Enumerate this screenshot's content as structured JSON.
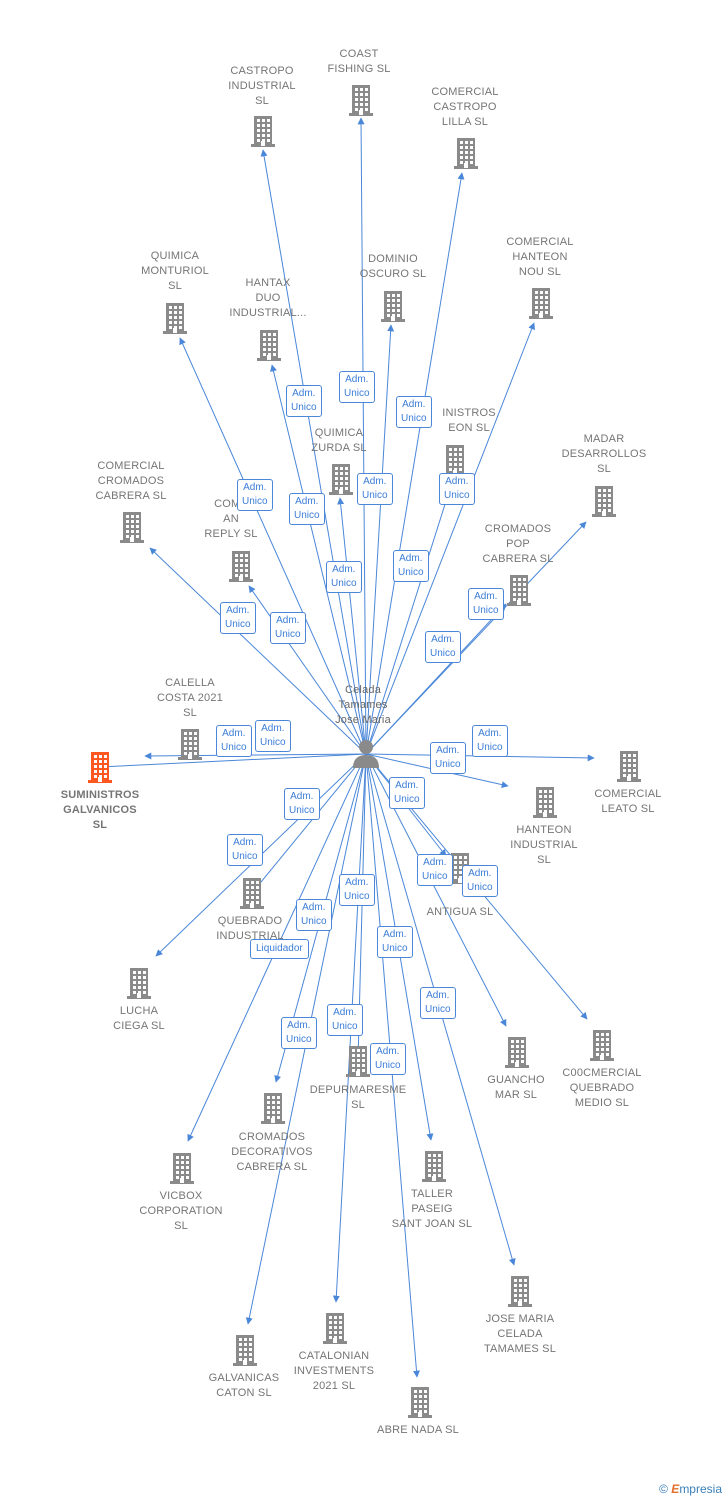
{
  "colors": {
    "edge": "#4a87d8",
    "building": "#8a8a8a",
    "highlight": "#ff5722",
    "person": "#8a8a8a",
    "badge_text": "#3b7dd8"
  },
  "center": {
    "label": "Celada\nTamames\nJose Maria",
    "icon": "person-icon"
  },
  "companies": [
    {
      "id": "castropo",
      "label": "CASTROPO\nINDUSTRIAL\nSL"
    },
    {
      "id": "coast",
      "label": "COAST\nFISHING  SL"
    },
    {
      "id": "comercial-castropo",
      "label": "COMERCIAL\nCASTROPO\nLILLA  SL"
    },
    {
      "id": "quimica-monturiol",
      "label": "QUIMICA\nMONTURIOL\nSL"
    },
    {
      "id": "hantax",
      "label": "HANTAX\nDUO\nINDUSTRIAL..."
    },
    {
      "id": "dominio",
      "label": "DOMINIO\nOSCURO  SL"
    },
    {
      "id": "comercial-hanteon",
      "label": "COMERCIAL\nHANTEON\nNOU  SL"
    },
    {
      "id": "quimica-zurda",
      "label": "QUIMICA\nZURDA  SL"
    },
    {
      "id": "suministros-hanteon",
      "label": "INISTROS\nEON  SL"
    },
    {
      "id": "madar",
      "label": "MADAR\nDESARROLLOS\nSL"
    },
    {
      "id": "comercial-cromados",
      "label": "COMERCIAL\nCROMADOS\nCABRERA  SL"
    },
    {
      "id": "comercial-reply",
      "label": "COME\nAN\nREPLY  SL"
    },
    {
      "id": "cromados-pop",
      "label": "CROMADOS\nPOP\nCABRERA  SL"
    },
    {
      "id": "calella",
      "label": "CALELLA\nCOSTA 2021\nSL"
    },
    {
      "id": "suministros-galvanicos",
      "label": "SUMINISTROS\nGALVANICOS\nSL",
      "highlight": true
    },
    {
      "id": "comercial-leato",
      "label": "COMERCIAL\nLEATO  SL"
    },
    {
      "id": "hanteon-industrial",
      "label": "HANTEON\nINDUSTRIAL\nSL"
    },
    {
      "id": "antigua",
      "label": "ANTIGUA  SL"
    },
    {
      "id": "quebrado-industrial",
      "label": "QUEBRADO\nINDUSTRIAL"
    },
    {
      "id": "lucha",
      "label": "LUCHA\nCIEGA  SL"
    },
    {
      "id": "guancho",
      "label": "GUANCHO\nMAR  SL"
    },
    {
      "id": "coocmercial",
      "label": "C00CMERCIAL\nQUEBRADO\nMEDIO  SL"
    },
    {
      "id": "depurmaresme",
      "label": "DEPURMARESME\nSL"
    },
    {
      "id": "cromados-decorativos",
      "label": "CROMADOS\nDECORATIVOS\nCABRERA  SL"
    },
    {
      "id": "vicbox",
      "label": "VICBOX\nCORPORATION\nSL"
    },
    {
      "id": "taller",
      "label": "TALLER\nPASEIG\nSANT JOAN  SL"
    },
    {
      "id": "jose-maria",
      "label": "JOSE MARIA\nCELADA\nTAMAMES  SL"
    },
    {
      "id": "catalonian",
      "label": "CATALONIAN\nINVESTMENTS\n2021  SL"
    },
    {
      "id": "galvanicas",
      "label": "GALVANICAS\nCATON  SL"
    },
    {
      "id": "abre-nada",
      "label": "ABRE NADA  SL"
    }
  ],
  "badges": [
    {
      "id": "b1",
      "text": "Adm.\nUnico"
    },
    {
      "id": "b2",
      "text": "Adm.\nUnico"
    },
    {
      "id": "b3",
      "text": "Adm.\nUnico"
    },
    {
      "id": "b4",
      "text": "Adm.\nUnico"
    },
    {
      "id": "b5",
      "text": "Adm.\nUnico"
    },
    {
      "id": "b6",
      "text": "Adm.\nUnico"
    },
    {
      "id": "b7",
      "text": "Adm.\nUnico"
    },
    {
      "id": "b8",
      "text": "Adm.\nUnico"
    },
    {
      "id": "b9",
      "text": "Adm.\nUnico"
    },
    {
      "id": "b10",
      "text": "Adm.\nUnico"
    },
    {
      "id": "b11",
      "text": "Adm.\nUnico"
    },
    {
      "id": "b12",
      "text": "Adm.\nUnico"
    },
    {
      "id": "b13",
      "text": "Adm.\nUnico"
    },
    {
      "id": "b14",
      "text": "Adm.\nUnico"
    },
    {
      "id": "b15",
      "text": "Adm.\nUnico"
    },
    {
      "id": "b16",
      "text": "Adm.\nUnico"
    },
    {
      "id": "b17",
      "text": "Adm.\nUnico"
    },
    {
      "id": "b18",
      "text": "Adm.\nUnico"
    },
    {
      "id": "b19",
      "text": "Adm.\nUnico"
    },
    {
      "id": "b20",
      "text": "Adm.\nUnico"
    },
    {
      "id": "b21",
      "text": "Adm.\nUnico"
    },
    {
      "id": "b22",
      "text": "Adm.\nUnico"
    },
    {
      "id": "b23",
      "text": "Adm.\nUnico"
    },
    {
      "id": "b24",
      "text": "Liquidador"
    },
    {
      "id": "b25",
      "text": "Adm.\nUnico"
    },
    {
      "id": "b26",
      "text": "Adm.\nUnico"
    },
    {
      "id": "b27",
      "text": "Adm.\nUnico"
    },
    {
      "id": "b28",
      "text": "Adm.\nUnico"
    },
    {
      "id": "b29",
      "text": "Adm.\nUnico"
    },
    {
      "id": "b30",
      "text": "Adm.\nUnico"
    },
    {
      "id": "b31",
      "text": "Adm.\nUnico"
    },
    {
      "id": "b32",
      "text": "Adm.\nUnico"
    }
  ],
  "footer": {
    "copyright": "©",
    "brand_initial": "E",
    "brand_rest": "mpresia"
  }
}
